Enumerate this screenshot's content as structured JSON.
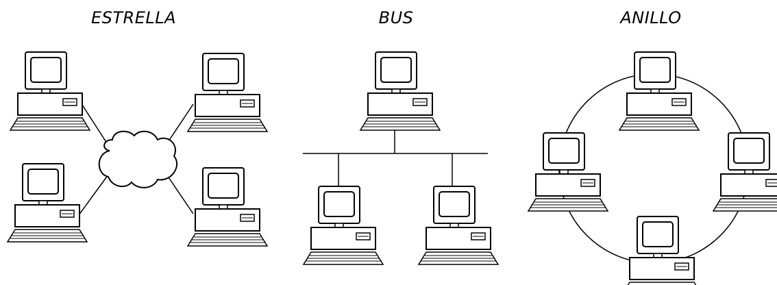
{
  "titles": {
    "star": "ESTRELLA",
    "bus": "BUS",
    "ring": "ANILLO"
  },
  "icons": {
    "computer": "computer-icon",
    "cloud": "cloud-icon"
  },
  "colors": {
    "line": "#000000",
    "background": "#ffffff"
  }
}
